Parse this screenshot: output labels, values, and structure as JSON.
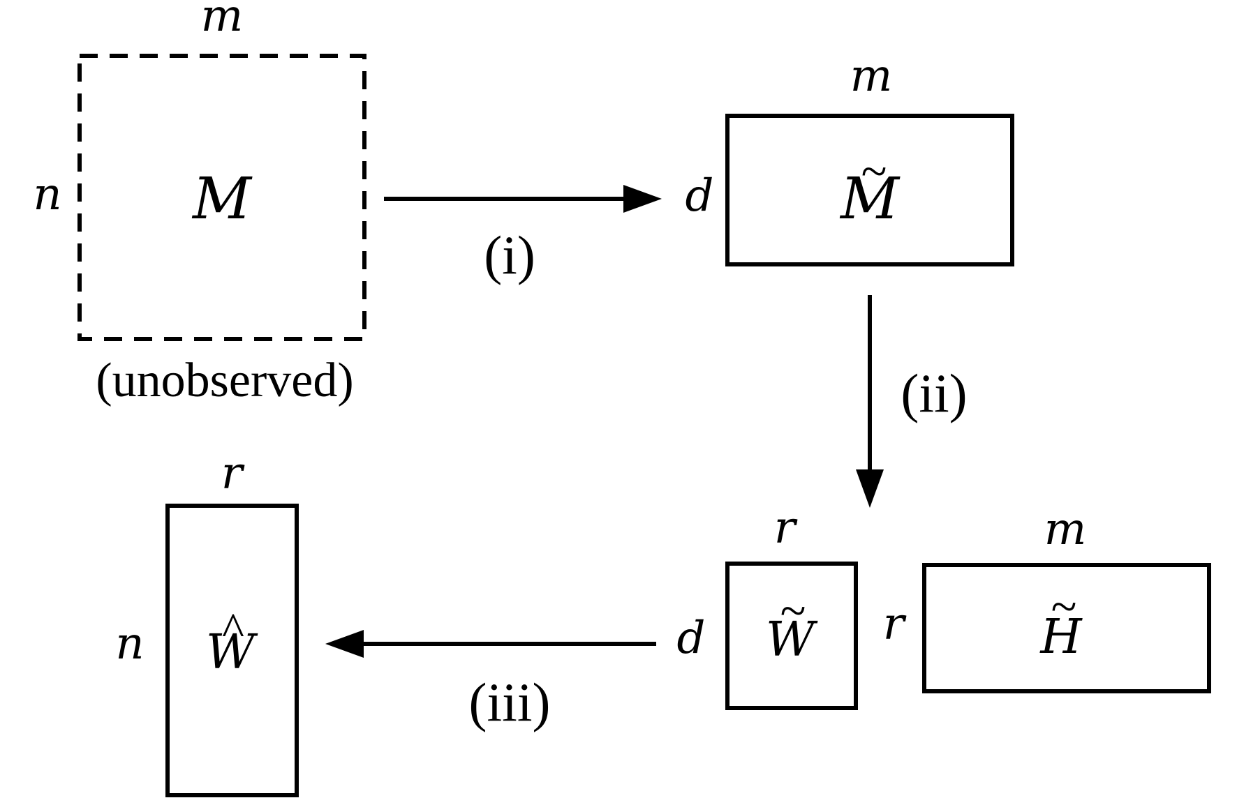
{
  "matrices": {
    "M": {
      "label": "M",
      "accent": "",
      "rows": "n",
      "cols": "m",
      "note": "(unobserved)"
    },
    "M_tilde": {
      "label": "M",
      "accent": "~",
      "rows": "d",
      "cols": "m"
    },
    "W_tilde": {
      "label": "W",
      "accent": "~",
      "rows": "d",
      "cols": "r"
    },
    "H_tilde": {
      "label": "H",
      "accent": "~",
      "rows": "r",
      "cols": "m"
    },
    "W_hat": {
      "label": "W",
      "accent": "^",
      "rows": "n",
      "cols": "r"
    }
  },
  "steps": {
    "i": "(i)",
    "ii": "(ii)",
    "iii": "(iii)"
  },
  "colors": {
    "stroke": "#000000",
    "background": "#ffffff"
  }
}
